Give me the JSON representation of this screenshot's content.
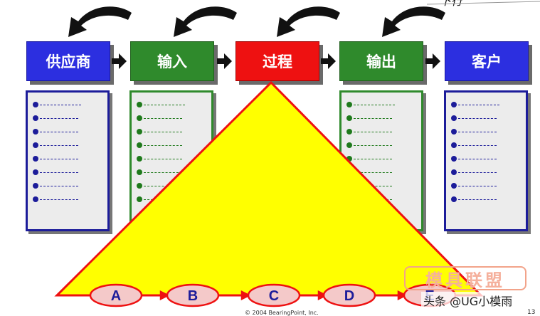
{
  "top_right_text": "下行",
  "stages": [
    {
      "id": "supplier",
      "label": "供应商",
      "color": "#2c2fe0"
    },
    {
      "id": "input",
      "label": "输入",
      "color": "#2f8a2c"
    },
    {
      "id": "process",
      "label": "过程",
      "color": "#ee1111"
    },
    {
      "id": "output",
      "label": "输出",
      "color": "#2f8a2c"
    },
    {
      "id": "customer",
      "label": "客户",
      "color": "#2c2fe0"
    }
  ],
  "steps": [
    "A",
    "B",
    "C",
    "D",
    "E"
  ],
  "footer": {
    "copyright": "© 2004 BearingPoint, Inc.",
    "page_number": "13"
  },
  "watermark": {
    "logo_text": "模具联盟",
    "caption": "头条 @UG小模雨"
  },
  "colors": {
    "triangle_fill": "#ffff00",
    "triangle_stroke": "#ee1111",
    "step_fill": "#f4c9c9"
  }
}
